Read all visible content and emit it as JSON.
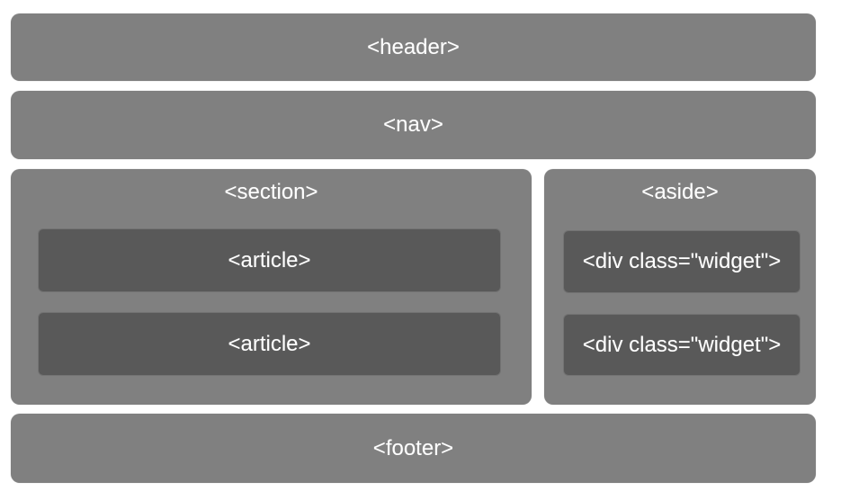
{
  "diagram": {
    "description": "HTML5 semantic page layout diagram",
    "colors": {
      "background": "#ffffff",
      "outer_block": "#808080",
      "inner_block": "#595959",
      "text": "#ffffff"
    },
    "blocks": {
      "header": {
        "label": "<header>"
      },
      "nav": {
        "label": "<nav>"
      },
      "section": {
        "label": "<section>",
        "articles": [
          {
            "label": "<article>"
          },
          {
            "label": "<article>"
          }
        ]
      },
      "aside": {
        "label": "<aside>",
        "widgets": [
          {
            "label": "<div class=\"widget\">"
          },
          {
            "label": "<div class=\"widget\">"
          }
        ]
      },
      "footer": {
        "label": "<footer>"
      }
    }
  }
}
